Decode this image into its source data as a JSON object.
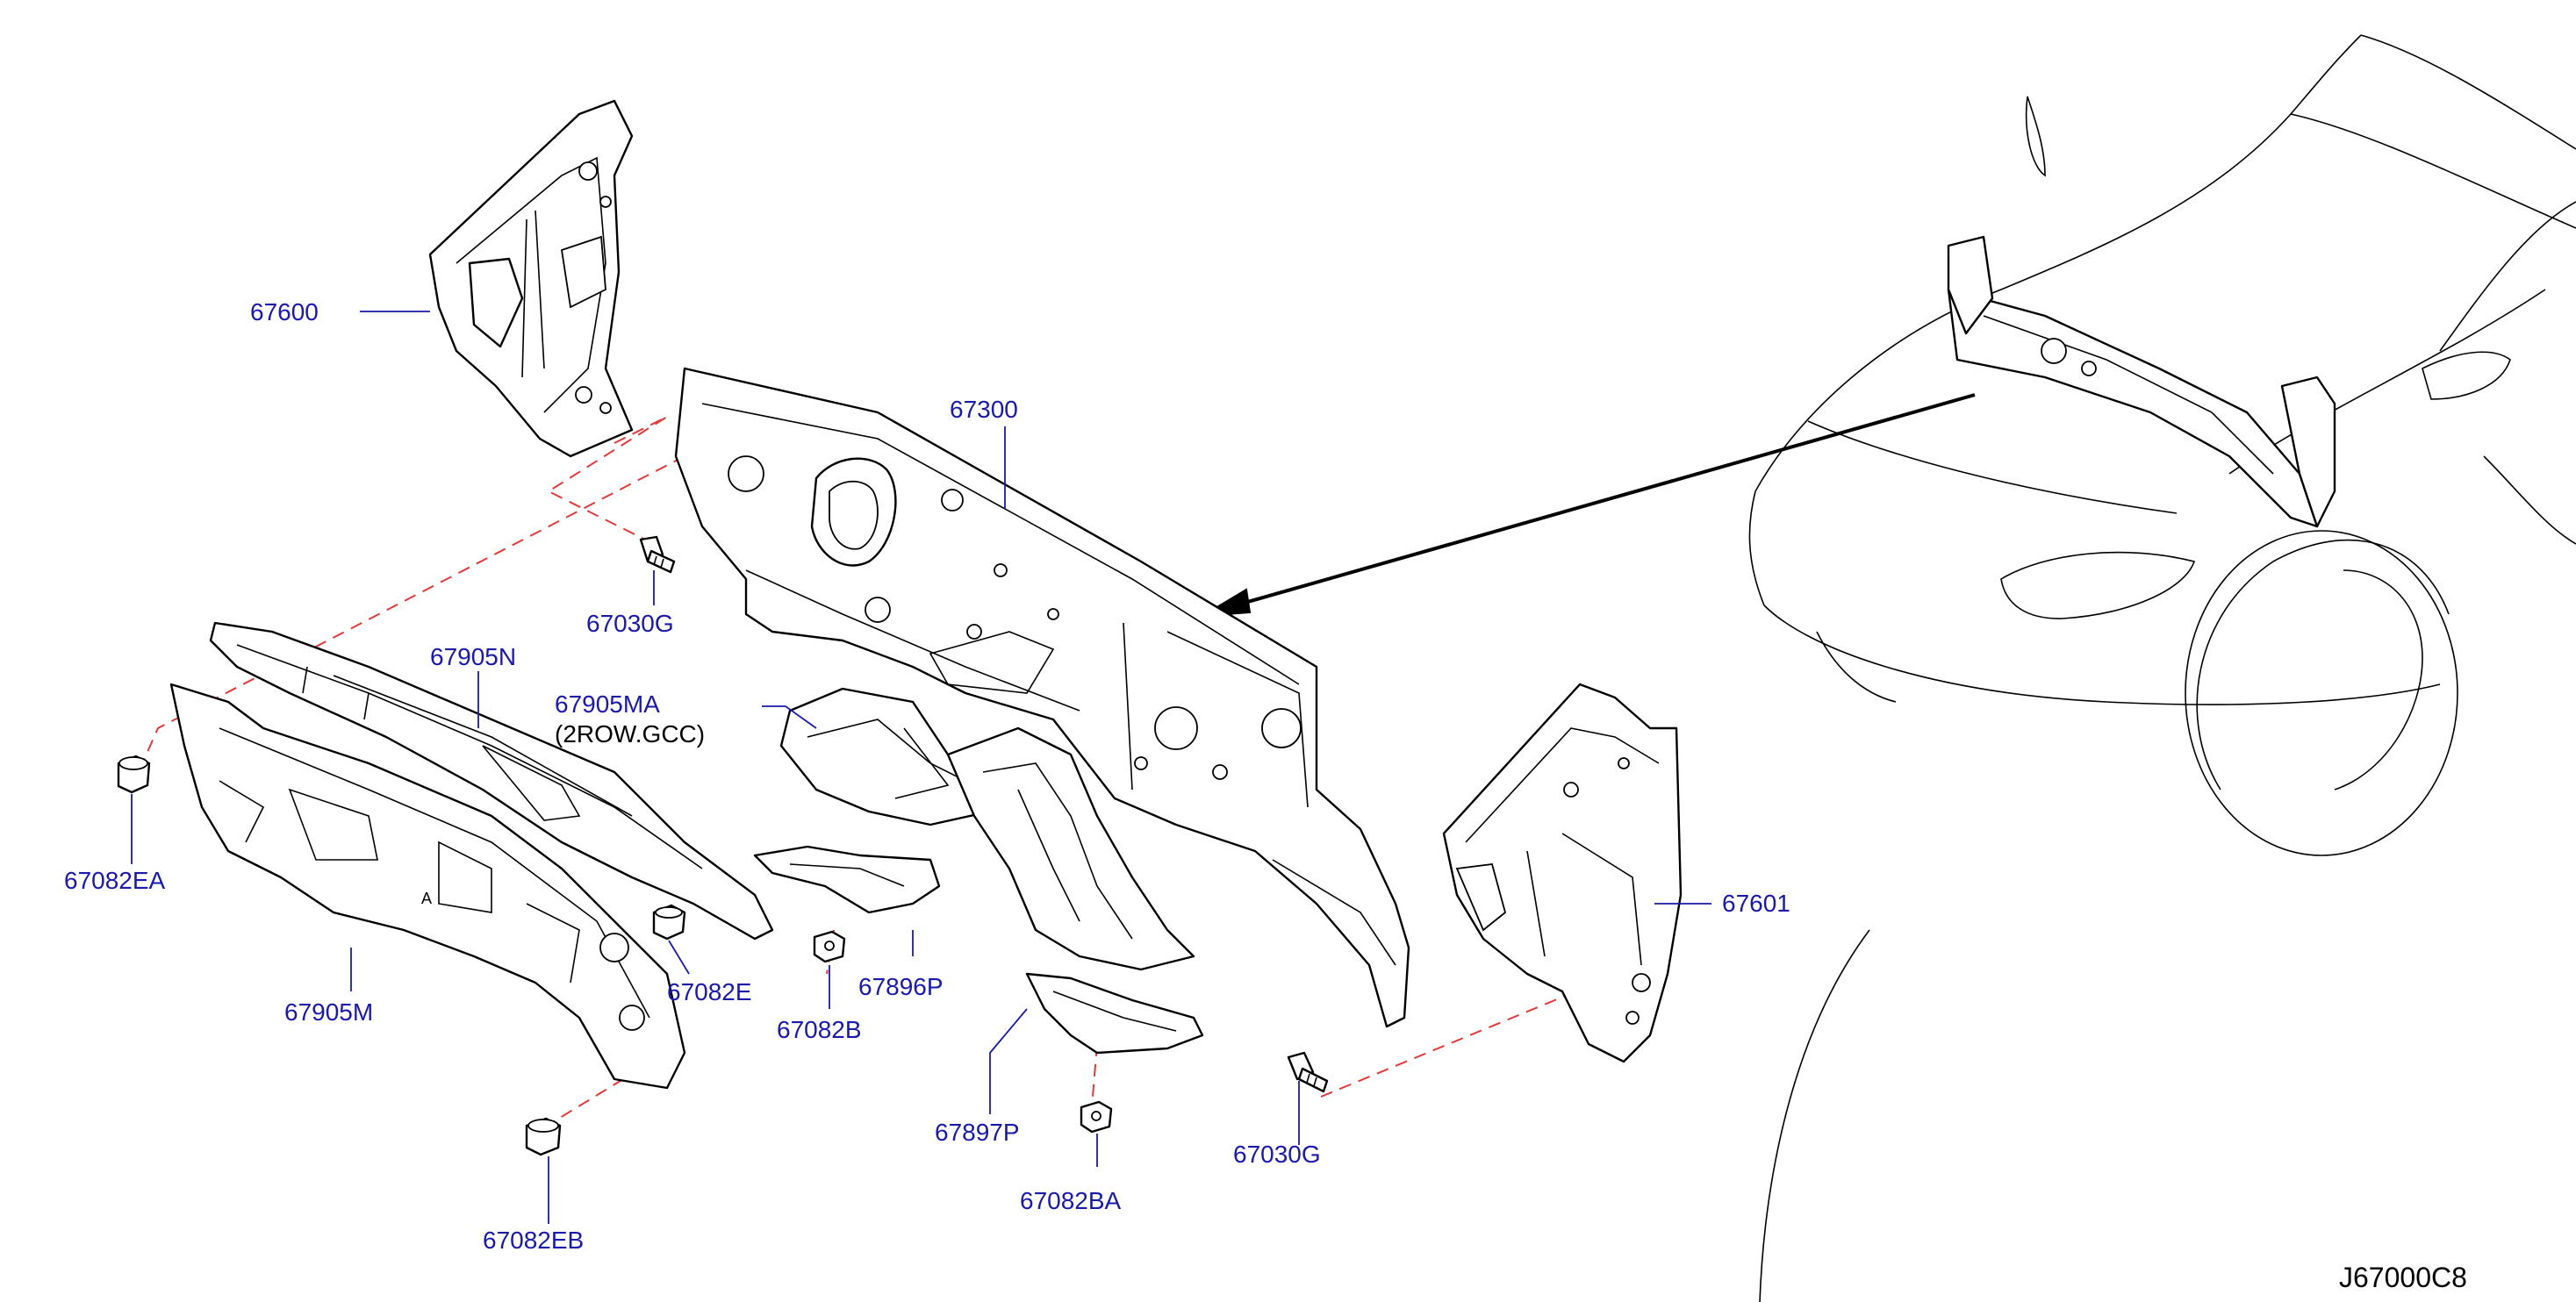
{
  "diagram": {
    "drawing_code": "J67000C8",
    "callouts": {
      "c67600": "67600",
      "c67300": "67300",
      "c67030G_top": "67030G",
      "c67905N": "67905N",
      "c67905MA": "67905MA",
      "c67905MA_note": "(2ROW.GCC)",
      "c67082EA": "67082EA",
      "c67905M": "67905M",
      "c67082E": "67082E",
      "c67082B": "67082B",
      "c67896P": "67896P",
      "c67897P": "67897P",
      "c67082BA": "67082BA",
      "c67082EB": "67082EB",
      "c67030G_bottom": "67030G",
      "c67601": "67601"
    },
    "colors": {
      "callout_text": "#1a1aa8",
      "leader_lines": "#1a1aa8",
      "dashed_guides": "#e03a3a",
      "linework": "#000000"
    }
  }
}
